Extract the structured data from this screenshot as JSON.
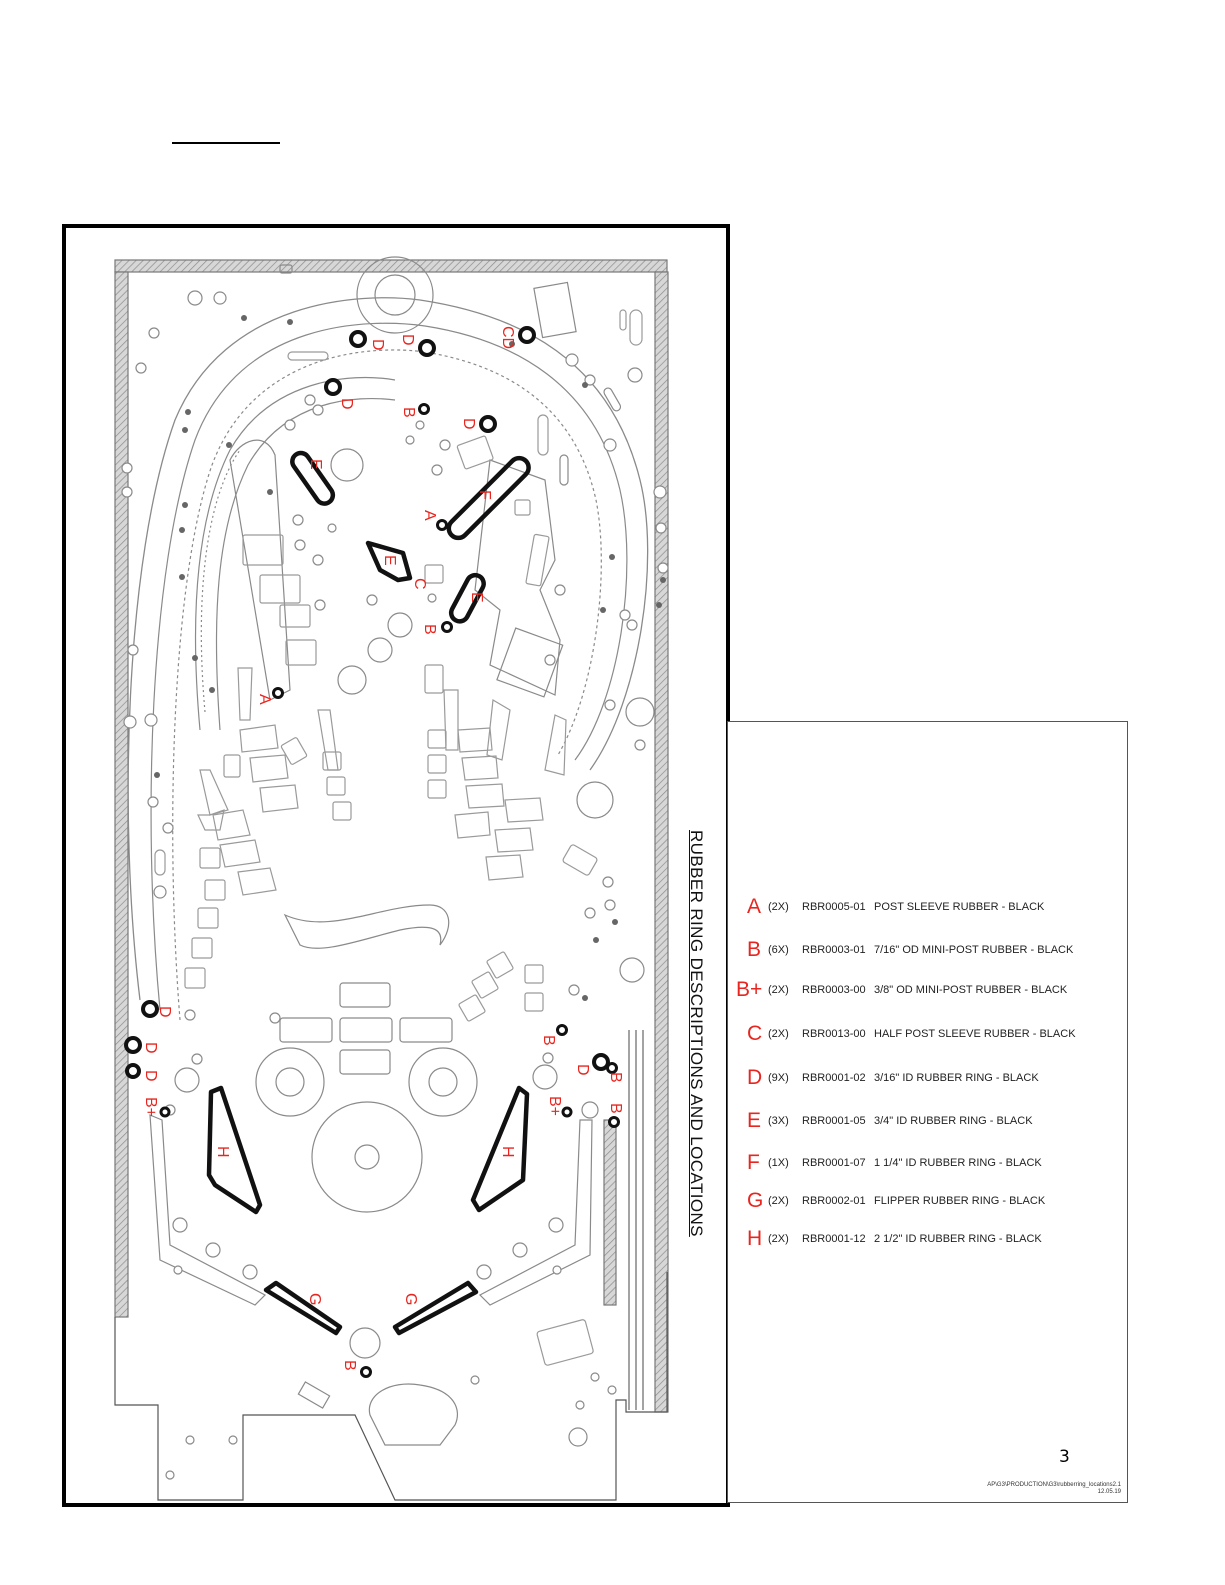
{
  "title": "RUBBER RING DESCRIPTIONS AND LOCATIONS",
  "page_number": "3",
  "file_path": [
    "AP\\G3\\PRODUCTION\\G3\\rubberring_locations2.1",
    "12.05.19"
  ],
  "legend": [
    {
      "letter": "A",
      "qty": "(2X)",
      "part": "RBR0005-01",
      "desc": "POST SLEEVE RUBBER - BLACK"
    },
    {
      "letter": "B",
      "qty": "(6X)",
      "part": "RBR0003-01",
      "desc": "7/16\" OD MINI-POST RUBBER - BLACK"
    },
    {
      "letter": "B+",
      "qty": "(2X)",
      "part": "RBR0003-00",
      "desc": "3/8\" OD MINI-POST RUBBER - BLACK"
    },
    {
      "letter": "C",
      "qty": "(2X)",
      "part": "RBR0013-00",
      "desc": "HALF POST SLEEVE RUBBER - BLACK"
    },
    {
      "letter": "D",
      "qty": "(9X)",
      "part": "RBR0001-02",
      "desc": "3/16\" ID RUBBER RING - BLACK"
    },
    {
      "letter": "E",
      "qty": "(3X)",
      "part": "RBR0001-05",
      "desc": "3/4\" ID RUBBER RING - BLACK"
    },
    {
      "letter": "F",
      "qty": "(1X)",
      "part": "RBR0001-07",
      "desc": "1 1/4\" ID RUBBER RING - BLACK"
    },
    {
      "letter": "G",
      "qty": "(2X)",
      "part": "RBR0002-01",
      "desc": "FLIPPER RUBBER RING - BLACK"
    },
    {
      "letter": "H",
      "qty": "(2X)",
      "part": "RBR0001-12",
      "desc": "2 1/2\" ID RUBBER RING - BLACK"
    }
  ],
  "callouts": {
    "A": "A",
    "B": "B",
    "B_plus": "B+",
    "C": "C",
    "D": "D",
    "E": "E",
    "F": "F",
    "G": "G",
    "H": "H",
    "CD": "CD"
  },
  "colors": {
    "callout": "#e8261f",
    "rubber": "#111111",
    "line": "#8a8a8a",
    "wall": "#bdbdbd"
  }
}
